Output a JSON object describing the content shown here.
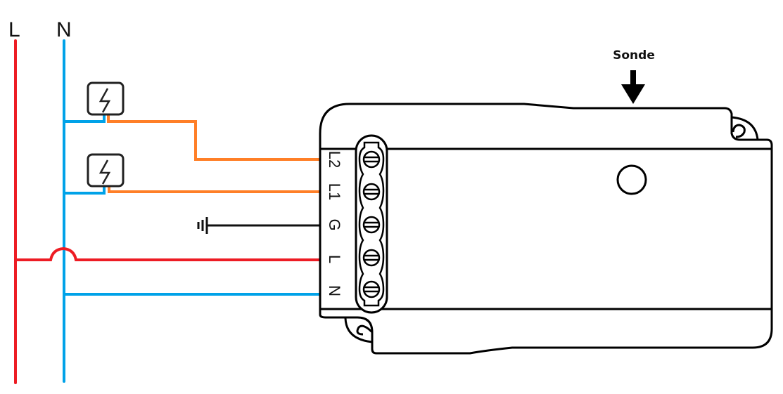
{
  "colors": {
    "live": "#ED1C24",
    "neutral": "#00A2E8",
    "switched": "#FF7F27",
    "ground": "#111111",
    "outline": "#000000",
    "background": "#FFFFFF"
  },
  "bus": {
    "live_label": "L",
    "neutral_label": "N"
  },
  "switches": [
    {
      "name": "switch-1",
      "icon": "lightning-icon",
      "output": "L2"
    },
    {
      "name": "switch-2",
      "icon": "lightning-icon",
      "output": "L1"
    }
  ],
  "device": {
    "terminals": [
      {
        "label": "L2",
        "wire": "switched"
      },
      {
        "label": "L1",
        "wire": "switched"
      },
      {
        "label": "G",
        "wire": "ground"
      },
      {
        "label": "L",
        "wire": "live"
      },
      {
        "label": "N",
        "wire": "neutral"
      }
    ],
    "probe_label": "Sonde"
  }
}
